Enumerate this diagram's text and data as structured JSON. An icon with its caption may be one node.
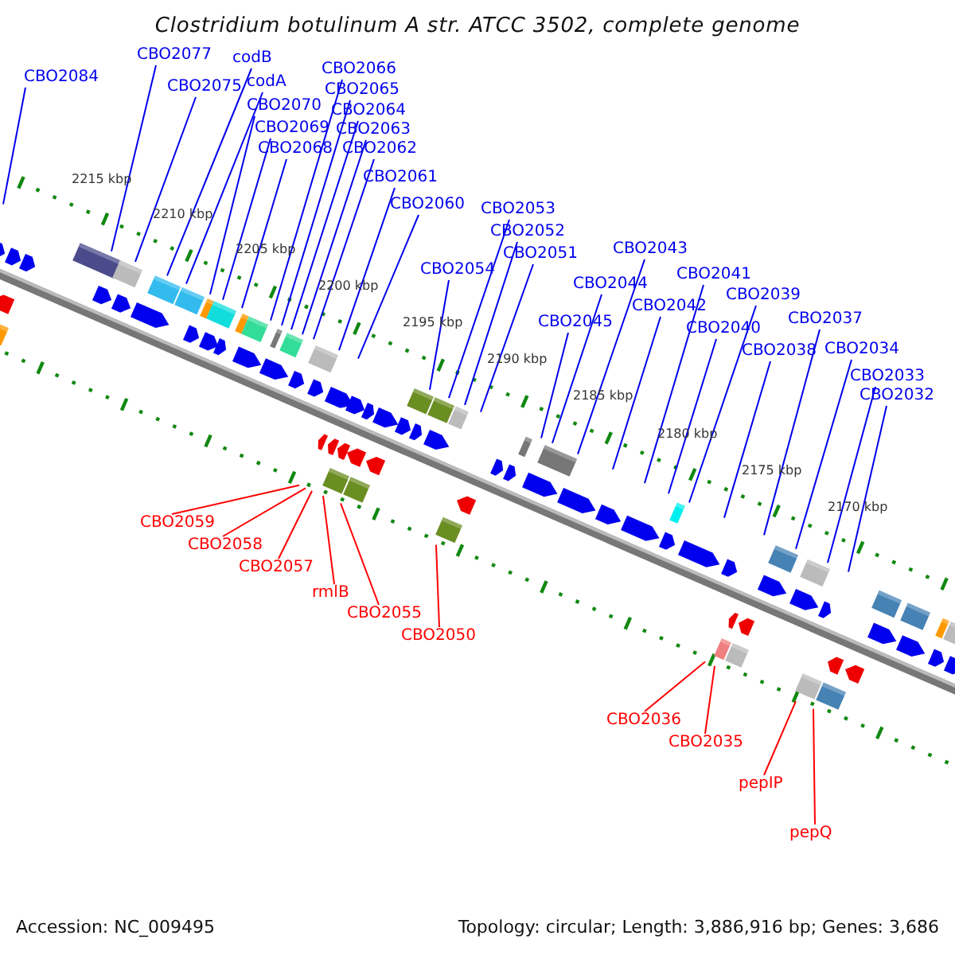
{
  "diagram": {
    "title": "Clostridium botulinum A str. ATCC 3502, complete genome",
    "nodes": [
      {
        "text": [
          "CBO2084"
        ]
      },
      {
        "text": [
          "CBO2077"
        ]
      },
      {
        "text": [
          "CBO2075"
        ]
      },
      {
        "text": [
          "codB"
        ]
      },
      {
        "text": [
          "codA"
        ]
      },
      {
        "text": [
          "CBO2070"
        ]
      },
      {
        "text": [
          "CBO2069"
        ]
      },
      {
        "text": [
          "CBO2068"
        ]
      },
      {
        "text": [
          "CBO2066"
        ]
      },
      {
        "text": [
          "CBO2065"
        ]
      },
      {
        "text": [
          "CBO2064"
        ]
      },
      {
        "text": [
          "CBO2063"
        ]
      },
      {
        "text": [
          "CBO2062"
        ]
      },
      {
        "text": [
          "CBO2061"
        ]
      },
      {
        "text": [
          "CBO2060"
        ]
      },
      {
        "text": [
          "CBO2054"
        ]
      },
      {
        "text": [
          "CBO2053"
        ]
      },
      {
        "text": [
          "CBO2052"
        ]
      },
      {
        "text": [
          "CBO2051"
        ]
      },
      {
        "text": [
          "CBO2045"
        ]
      },
      {
        "text": [
          "CBO2044"
        ]
      },
      {
        "text": [
          "CBO2043"
        ]
      },
      {
        "text": [
          "CBO2042"
        ]
      },
      {
        "text": [
          "CBO2041"
        ]
      },
      {
        "text": [
          "CBO2040"
        ]
      },
      {
        "text": [
          "CBO2039"
        ]
      },
      {
        "text": [
          "CBO2038"
        ]
      },
      {
        "text": [
          "CBO2037"
        ]
      },
      {
        "text": [
          "CBO2034"
        ]
      },
      {
        "text": [
          "CBO2033"
        ]
      },
      {
        "text": [
          "CBO2032"
        ]
      },
      {
        "text": [
          "CBO2059"
        ]
      },
      {
        "text": [
          "CBO2058"
        ]
      },
      {
        "text": [
          "CBO2057"
        ]
      },
      {
        "text": [
          "rmlB"
        ]
      },
      {
        "text": [
          "CBO2055"
        ]
      },
      {
        "text": [
          "CBO2050"
        ]
      },
      {
        "text": [
          "CBO2036"
        ]
      },
      {
        "text": [
          "CBO2035"
        ]
      },
      {
        "text": [
          "pepIP"
        ]
      },
      {
        "text": [
          "pepQ"
        ]
      }
    ],
    "edges": [
      {
        "from": 0,
        "to": null,
        "arrow": "none"
      },
      {
        "from": 1,
        "to": null,
        "arrow": "none"
      },
      {
        "from": 2,
        "to": null,
        "arrow": "none"
      },
      {
        "from": 3,
        "to": null,
        "arrow": "none"
      },
      {
        "from": 4,
        "to": null,
        "arrow": "none"
      },
      {
        "from": 5,
        "to": null,
        "arrow": "none"
      },
      {
        "from": 6,
        "to": null,
        "arrow": "none"
      },
      {
        "from": 7,
        "to": null,
        "arrow": "none"
      },
      {
        "from": 8,
        "to": null,
        "arrow": "none"
      },
      {
        "from": 9,
        "to": null,
        "arrow": "none"
      },
      {
        "from": 10,
        "to": null,
        "arrow": "none"
      },
      {
        "from": 11,
        "to": null,
        "arrow": "none"
      },
      {
        "from": 12,
        "to": null,
        "arrow": "none"
      },
      {
        "from": 13,
        "to": null,
        "arrow": "none"
      },
      {
        "from": 14,
        "to": null,
        "arrow": "none"
      },
      {
        "from": 15,
        "to": null,
        "arrow": "none"
      },
      {
        "from": 16,
        "to": null,
        "arrow": "none"
      },
      {
        "from": 17,
        "to": null,
        "arrow": "none"
      },
      {
        "from": 18,
        "to": null,
        "arrow": "none"
      },
      {
        "from": 19,
        "to": null,
        "arrow": "none"
      },
      {
        "from": 20,
        "to": null,
        "arrow": "none"
      },
      {
        "from": 21,
        "to": null,
        "arrow": "none"
      },
      {
        "from": 22,
        "to": null,
        "arrow": "none"
      },
      {
        "from": 23,
        "to": null,
        "arrow": "none"
      },
      {
        "from": 24,
        "to": null,
        "arrow": "none"
      },
      {
        "from": 25,
        "to": null,
        "arrow": "none"
      },
      {
        "from": 26,
        "to": null,
        "arrow": "none"
      },
      {
        "from": 27,
        "to": null,
        "arrow": "none"
      },
      {
        "from": 28,
        "to": null,
        "arrow": "none"
      },
      {
        "from": 29,
        "to": null,
        "arrow": "none"
      },
      {
        "from": 30,
        "to": null,
        "arrow": "none"
      },
      {
        "from": 31,
        "to": null,
        "arrow": "none",
        "color": "#ff0000"
      },
      {
        "from": 32,
        "to": null,
        "arrow": "none",
        "color": "#ff0000"
      },
      {
        "from": 33,
        "to": null,
        "arrow": "none",
        "color": "#ff0000"
      },
      {
        "from": 34,
        "to": null,
        "arrow": "none",
        "color": "#ff0000"
      },
      {
        "from": 35,
        "to": null,
        "arrow": "none",
        "color": "#ff0000"
      },
      {
        "from": 36,
        "to": null,
        "arrow": "none",
        "color": "#ff0000"
      },
      {
        "from": 37,
        "to": null,
        "arrow": "none",
        "color": "#ff0000"
      },
      {
        "from": 38,
        "to": null,
        "arrow": "none",
        "color": "#ff0000"
      },
      {
        "from": 39,
        "to": null,
        "arrow": "none",
        "color": "#ff0000"
      },
      {
        "from": 40,
        "to": null,
        "arrow": "none",
        "color": "#ff0000"
      }
    ],
    "labels": [
      "2215 kbp",
      "2210 kbp",
      "2205 kbp",
      "2200 kbp",
      "2195 kbp",
      "2190 kbp",
      "2185 kbp",
      "2180 kbp",
      "2175 kbp",
      "2170 kbp",
      "Accession: NC_009495",
      "Topology: circular; Length: 3,886,916 bp; Genes: 3,686"
    ]
  }
}
